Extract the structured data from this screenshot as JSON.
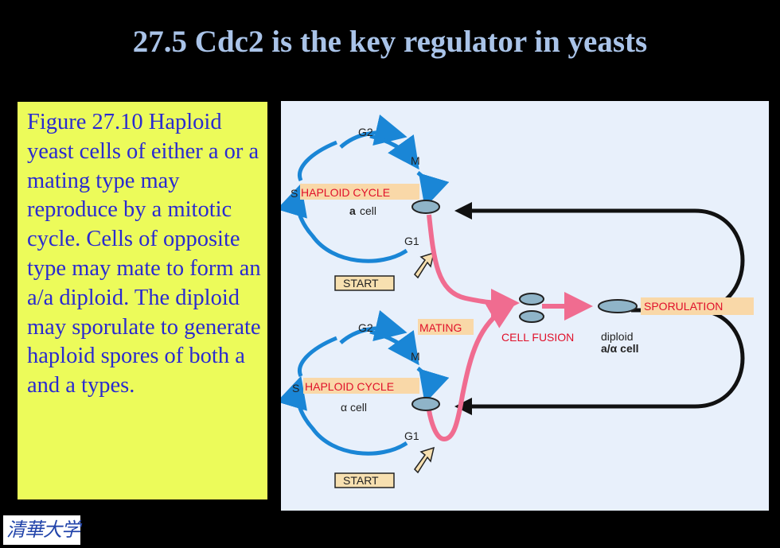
{
  "slide": {
    "title": "27.5 Cdc2 is the key regulator in yeasts",
    "caption": "Figure 27.10 Haploid yeast cells of either a or a mating type may reproduce by a mitotic cycle. Cells of opposite type may mate to form an a/a diploid. The diploid may sporulate to generate haploid spores of both a and a types.",
    "logo_text": "清華大学"
  },
  "diagram": {
    "top_cycle": {
      "g2": "G2",
      "m": "M",
      "s": "S",
      "g1": "G1",
      "cycle_label": "HAPLOID CYCLE",
      "cell_letter": "a",
      "cell_word": "cell",
      "start": "START"
    },
    "bottom_cycle": {
      "g2": "G2",
      "m": "M",
      "s": "S",
      "g1": "G1",
      "cycle_label": "HAPLOID CYCLE",
      "cell_label": "α cell",
      "start": "START"
    },
    "mating": "MATING",
    "cell_fusion": "CELL FUSION",
    "diploid": "diploid",
    "diploid_cell_type": "a/α cell",
    "sporulation": "SPORULATION"
  },
  "colors": {
    "background": "#000000",
    "title": "#a9c3e8",
    "caption_bg": "#ecfb5a",
    "caption_text": "#2a2ad0",
    "panel_bg": "#e8f0fb",
    "cycle_arrow": "#1a86d6",
    "mating_path": "#f06c90",
    "label_highlight": "#f9d8a8",
    "label_red": "#e0102a",
    "cell_fill": "#8fb4c8"
  }
}
